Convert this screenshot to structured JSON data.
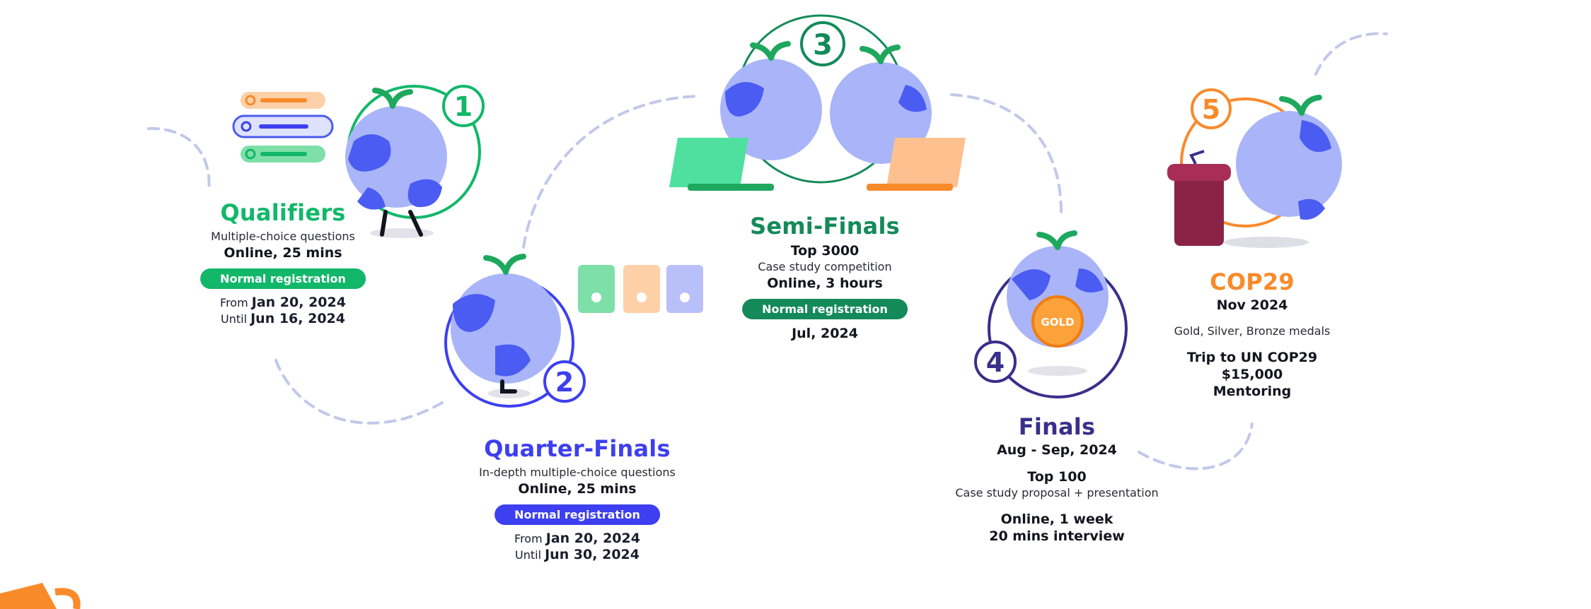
{
  "colors": {
    "qualifiers": "#12b76a",
    "quarter": "#3d3ff0",
    "semi": "#148a5a",
    "finals": "#3a2f8a",
    "cop": "#f98a2a",
    "path": "#c2c8ea",
    "globe": "#a9b5f8",
    "land": "#4b5cf2"
  },
  "stages": {
    "qualifiers": {
      "number": "1",
      "title": "Qualifiers",
      "line1": "Multiple-choice questions",
      "line2": "Online, 25 mins",
      "pill": "Normal registration",
      "from_label": "From",
      "from_date": "Jan 20, 2024",
      "until_label": "Until",
      "until_date": "Jun 16, 2024"
    },
    "quarter": {
      "number": "2",
      "title": "Quarter-Finals",
      "line1": "In-depth multiple-choice questions",
      "line2": "Online, 25 mins",
      "pill": "Normal registration",
      "from_label": "From",
      "from_date": "Jan 20, 2024",
      "until_label": "Until",
      "until_date": "Jun 30, 2024"
    },
    "semi": {
      "number": "3",
      "title": "Semi-Finals",
      "line1": "Top 3000",
      "line2": "Case study competition",
      "line3": "Online, 3 hours",
      "pill": "Normal registration",
      "date": "Jul, 2024"
    },
    "finals": {
      "number": "4",
      "title": "Finals",
      "date": "Aug - Sep, 2024",
      "line1": "Top 100",
      "line2": "Case study proposal + presentation",
      "line3": "Online, 1 week",
      "line4": "20 mins interview",
      "medal": "GOLD"
    },
    "cop": {
      "number": "5",
      "title": "COP29",
      "date": "Nov 2024",
      "line1": "Gold, Silver, Bronze medals",
      "line2": "Trip to UN COP29",
      "line3": "$15,000",
      "line4": "Mentoring"
    }
  }
}
